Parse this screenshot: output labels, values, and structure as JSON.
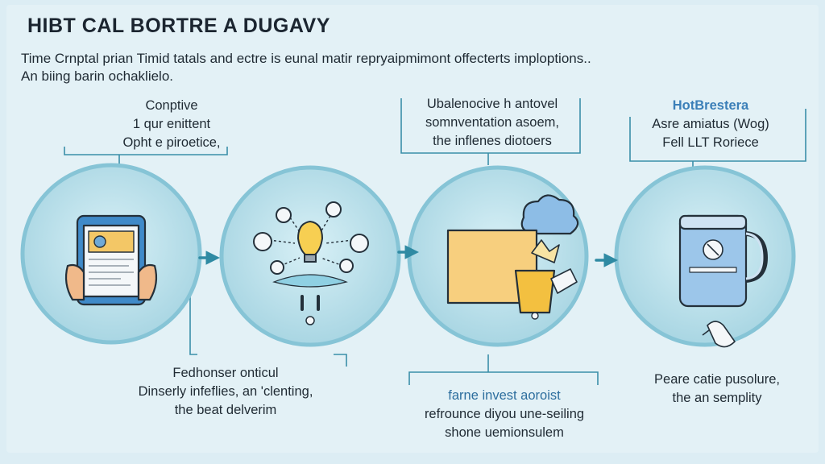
{
  "title": "HIBT CAL BORTRE A DUGAVY",
  "subtitle": {
    "line1": "Time Crnptal prian Timid tatals and ectre is eunal matir repryaipmimont offecterts imploptions..",
    "line2": "An biing barin ochaklielo."
  },
  "steps": [
    {
      "icon": "tablet-hands-icon",
      "callout": [
        "Conptive",
        "1 qur enittent",
        "Opht e piroetice,"
      ]
    },
    {
      "icon": "lightbulb-ideas-icon",
      "callout": [
        "Fedhonser onticul",
        "Dinserly infeflies, an 'clenting,",
        "the beat delverim"
      ]
    },
    {
      "icon": "cloud-box-icon",
      "callout": [
        "Ubalenocive h antovel",
        "somnventation asoem,",
        "the inflenes diotoers"
      ],
      "callout_bottom": [
        "farne invest aoroist",
        "refrounce diyou une-seiling",
        "shone uemionsulem"
      ]
    },
    {
      "icon": "mug-device-icon",
      "callout": [
        "HotBrestera",
        "Asre amiatus (Wog)",
        "Fell LLT Roriece"
      ],
      "callout_bottom": [
        "Peare catie pusolure,",
        "the an semplity"
      ]
    }
  ],
  "colors": {
    "background": "#dcedf4",
    "circle_fill": "#b4dde8",
    "circle_ring": "#86c4d6",
    "connector": "#3a8fa8",
    "accent_yellow": "#f3c766",
    "accent_blue": "#3b7fb8"
  }
}
